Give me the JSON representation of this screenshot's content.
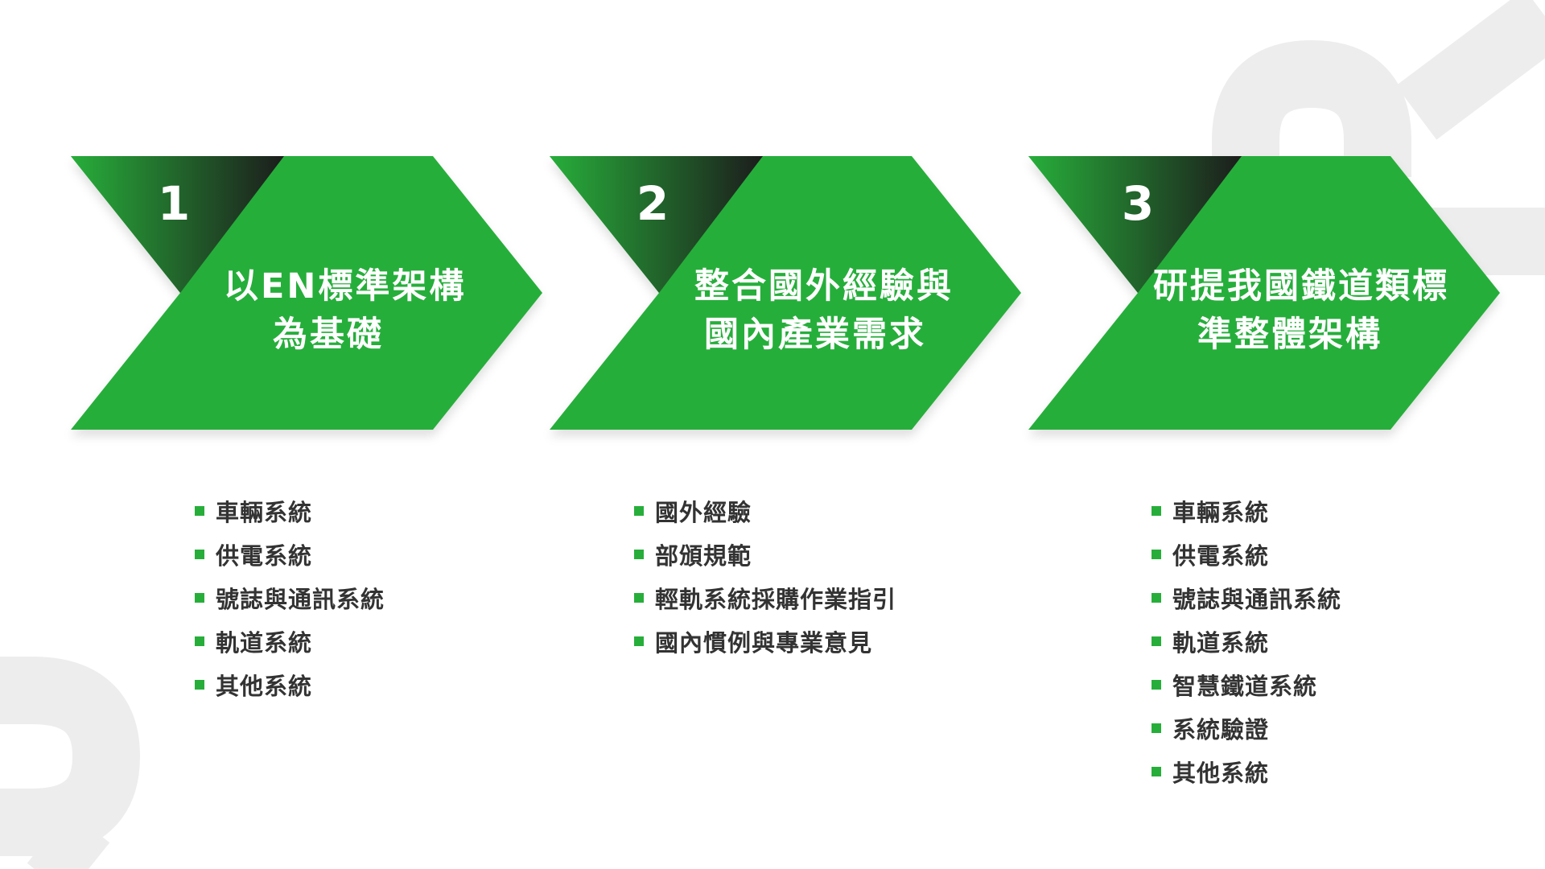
{
  "colors": {
    "accent_green": "#27ae3a",
    "dark_gradient": "#1c1c1c",
    "decor_gray": "#ededed",
    "text_dark": "#333333"
  },
  "steps": [
    {
      "number": "1",
      "title_line1": "以EN標準架構",
      "title_line2": "為基礎",
      "items": [
        "車輛系統",
        "供電系統",
        "號誌與通訊系統",
        "軌道系統",
        "其他系統"
      ]
    },
    {
      "number": "2",
      "title_line1": "整合國外經驗與",
      "title_line2": "國內產業需求",
      "items": [
        "國外經驗",
        "部頒規範",
        "輕軌系統採購作業指引",
        "國內慣例與專業意見"
      ]
    },
    {
      "number": "3",
      "title_line1": "研提我國鐵道類標",
      "title_line2": "準整體架構",
      "items": [
        "車輛系統",
        "供電系統",
        "號誌與通訊系統",
        "軌道系統",
        "智慧鐵道系統",
        "系統驗證",
        "其他系統"
      ]
    }
  ]
}
